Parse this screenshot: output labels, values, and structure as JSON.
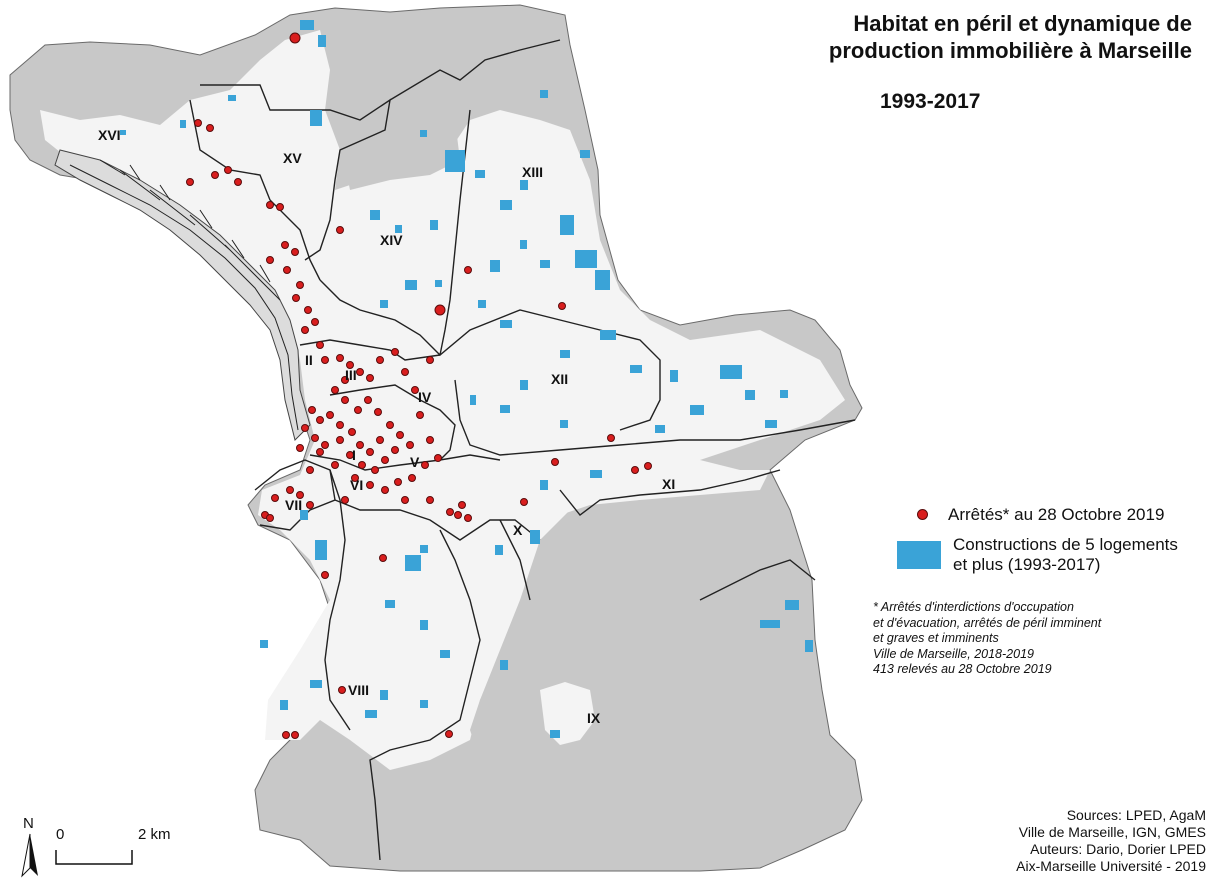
{
  "title": {
    "line1": "Habitat en péril et dynamique de",
    "line2": "production immobilière à Marseille",
    "period": "1993-2017"
  },
  "arrondissements": [
    {
      "id": "I",
      "label": "I"
    },
    {
      "id": "II",
      "label": "II"
    },
    {
      "id": "III",
      "label": "III"
    },
    {
      "id": "IV",
      "label": "IV"
    },
    {
      "id": "V",
      "label": "V"
    },
    {
      "id": "VI",
      "label": "VI"
    },
    {
      "id": "VII",
      "label": "VII"
    },
    {
      "id": "VIII",
      "label": "VIII"
    },
    {
      "id": "IX",
      "label": "IX"
    },
    {
      "id": "X",
      "label": "X"
    },
    {
      "id": "XI",
      "label": "XI"
    },
    {
      "id": "XII",
      "label": "XII"
    },
    {
      "id": "XIII",
      "label": "XIII"
    },
    {
      "id": "XIV",
      "label": "XIV"
    },
    {
      "id": "XV",
      "label": "XV"
    },
    {
      "id": "XVI",
      "label": "XVI"
    }
  ],
  "legend": {
    "arretes": "Arrêtés* au 28 Octobre 2019",
    "constructions_line1": "Constructions de 5 logements",
    "constructions_line2": "et plus (1993-2017)"
  },
  "note": {
    "line1": "* Arrêtés d'interdictions d'occupation",
    "line2": "et d'évacuation, arrêtés de péril imminent",
    "line3": "et graves et imminents",
    "line4": "Ville de Marseille, 2018-2019",
    "line5": "413 relevés au 28 Octobre 2019"
  },
  "sources": {
    "line1": "Sources: LPED, AgaM",
    "line2": "Ville de Marseille, IGN, GMES",
    "line3": "Auteurs: Dario, Dorier LPED",
    "line4": "Aix-Marseille Université - 2019"
  },
  "north_arrow": {
    "label": "N"
  },
  "scale_bar": {
    "start": "0",
    "end": "2 km"
  },
  "colors": {
    "background_land": "#c8c8c8",
    "urban_area": "#f4f4f4",
    "constructions": "#3aa3d7",
    "arretes_points": "#d91e1e",
    "boundaries": "#2a2a2a"
  }
}
